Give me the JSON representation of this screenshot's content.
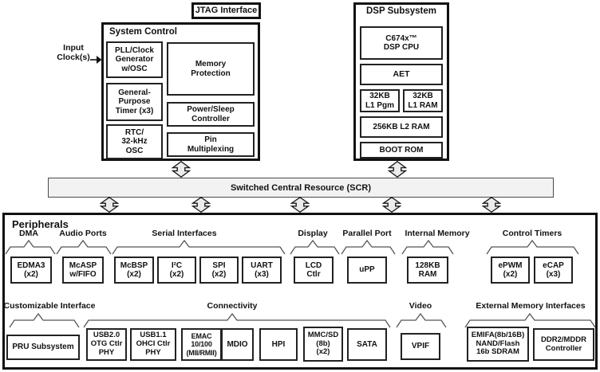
{
  "colors": {
    "line": "#1a1a1a",
    "scr_fill": "#f2f2f2",
    "arrow_fill": "#ececec"
  },
  "icons": {
    "bus_arrow": "vertical-double-arrow",
    "input_arrow": "right-arrow",
    "brace": "angular-top-brace"
  },
  "jtag": {
    "label": "JTAG Interface"
  },
  "input_clocks": {
    "label": "Input\nClock(s)"
  },
  "system_control": {
    "title": "System Control",
    "pll": "PLL/Clock\nGenerator\nw/OSC",
    "gp_timer": "General-\nPurpose\nTimer (x3)",
    "rtc": "RTC/\n32-kHz\nOSC",
    "memory_protection": "Memory\nProtection",
    "power_sleep": "Power/Sleep\nController",
    "pin_mux": "Pin\nMultiplexing"
  },
  "dsp_subsystem": {
    "title": "DSP Subsystem",
    "cpu": "C674x™\nDSP CPU",
    "aet": "AET",
    "l1_pgm": "32KB\nL1 Pgm",
    "l1_ram": "32KB\nL1 RAM",
    "l2_ram": "256KB L2 RAM",
    "boot_rom": "BOOT ROM"
  },
  "scr": {
    "label": "Switched Central Resource (SCR)"
  },
  "peripherals": {
    "title": "Peripherals",
    "groups": [
      {
        "label": "DMA",
        "boxes": [
          "EDMA3\n(x2)"
        ]
      },
      {
        "label": "Audio Ports",
        "boxes": [
          "McASP\nw/FIFO"
        ]
      },
      {
        "label": "Serial Interfaces",
        "boxes": [
          "McBSP\n(x2)",
          "I²C\n(x2)",
          "SPI\n(x2)",
          "UART\n(x3)"
        ]
      },
      {
        "label": "Display",
        "boxes": [
          "LCD\nCtlr"
        ]
      },
      {
        "label": "Parallel Port",
        "boxes": [
          "uPP"
        ]
      },
      {
        "label": "Internal Memory",
        "boxes": [
          "128KB\nRAM"
        ]
      },
      {
        "label": "Control Timers",
        "boxes": [
          "ePWM\n(x2)",
          "eCAP\n(x3)"
        ]
      },
      {
        "label": "Customizable Interface",
        "boxes": [
          "PRU Subsystem"
        ]
      },
      {
        "label": "Connectivity",
        "boxes": [
          "USB2.0\nOTG Ctlr\nPHY",
          "USB1.1\nOHCI Ctlr\nPHY",
          "EMAC\n10/100\n(MII/RMII)",
          "MDIO",
          "HPI",
          "MMC/SD\n(8b)\n(x2)",
          "SATA"
        ]
      },
      {
        "label": "Video",
        "boxes": [
          "VPIF"
        ]
      },
      {
        "label": "External Memory Interfaces",
        "boxes": [
          "EMIFA(8b/16B)\nNAND/Flash\n16b SDRAM",
          "DDR2/MDDR\nController"
        ]
      }
    ]
  }
}
